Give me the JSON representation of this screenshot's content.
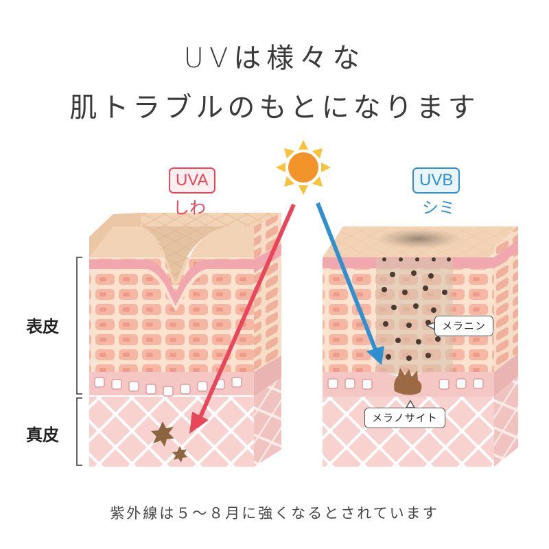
{
  "title": {
    "line1": "UVは様々な",
    "line2": "肌トラブルのもとになります"
  },
  "uva": {
    "badge": "UVA",
    "effect": "しわ",
    "color": "#e8465a"
  },
  "uvb": {
    "badge": "UVB",
    "effect": "シミ",
    "color": "#2f8fcf"
  },
  "layers": {
    "epidermis": "表皮",
    "dermis": "真皮"
  },
  "callouts": {
    "melanin": "メラニン",
    "melanocyte": "メラノサイト"
  },
  "caption": "紫外線は５〜８月に強くなるとされています",
  "icons": {
    "sun": "sun-icon"
  }
}
